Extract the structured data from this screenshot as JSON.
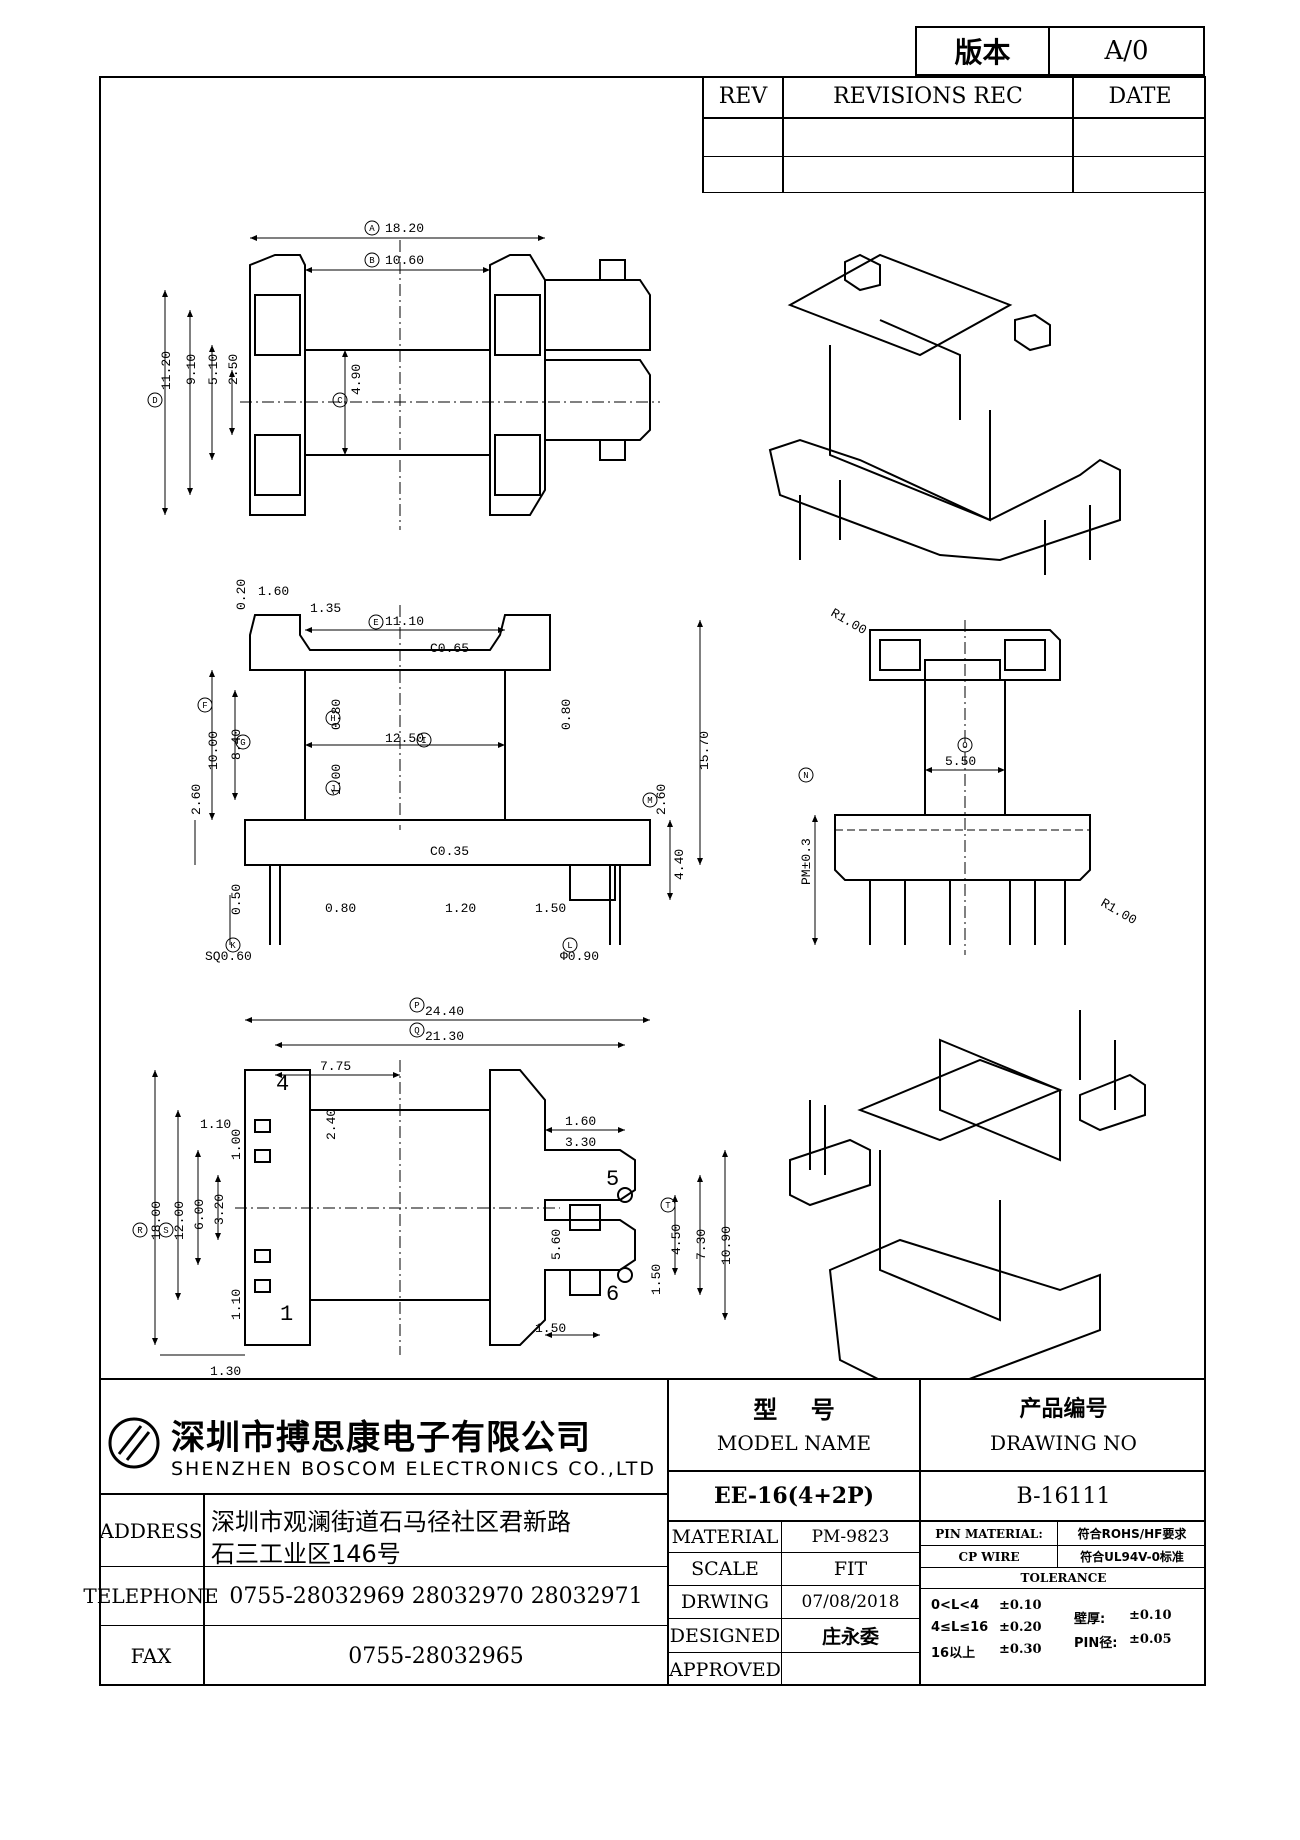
{
  "version_box": {
    "label": "版本",
    "value": "A/0"
  },
  "revision_table": {
    "headers": [
      "REV",
      "REVISIONS REC",
      "DATE"
    ]
  },
  "dimensions": {
    "top_view": [
      "18.20",
      "10.60",
      "11.20",
      "9.10",
      "5.10",
      "2.50",
      "4.90"
    ],
    "front_view": [
      "1.60",
      "0.20",
      "1.35",
      "11.10",
      "C0.65",
      "0.80",
      "0.80",
      "12.50",
      "10.00",
      "8.40",
      "1.00",
      "2.60",
      "2.60",
      "15.70",
      "C0.35",
      "4.40",
      "0.50",
      "0.80",
      "1.20",
      "1.50",
      "SQ0.60",
      "Φ0.90"
    ],
    "side_view": [
      "R1.00",
      "5.50",
      "PM±0.3",
      "R1.00"
    ],
    "bottom_view": [
      "24.40",
      "21.30",
      "7.75",
      "2.40",
      "1.10",
      "1.00",
      "18.00",
      "12.00",
      "6.00",
      "3.20",
      "1.10",
      "1.30",
      "1.60",
      "3.30",
      "5.60",
      "4.50",
      "7.30",
      "10.90",
      "1.50",
      "1.50"
    ],
    "pin_numbers": [
      "4",
      "5",
      "1",
      "6"
    ],
    "bubbles": [
      "A",
      "B",
      "C",
      "D",
      "E",
      "F",
      "G",
      "H",
      "I",
      "J",
      "K",
      "L",
      "M",
      "N",
      "O",
      "P",
      "Q",
      "R",
      "S",
      "T"
    ]
  },
  "company": {
    "name_cn": "深圳市搏思康电子有限公司",
    "name_en": "SHENZHEN BOSCOM ELECTRONICS CO.,LTD"
  },
  "contact": {
    "address_label": "ADDRESS",
    "address_line1": "深圳市观澜街道石马径社区君新路",
    "address_line2": "石三工业区146号",
    "telephone_label": "TELEPHONE",
    "telephone": "0755-28032969 28032970 28032971",
    "fax_label": "FAX",
    "fax": "0755-28032965"
  },
  "model": {
    "title_cn": "型    号",
    "title_en": "MODEL NAME",
    "value": "EE-16(4+2P)"
  },
  "drawing_no": {
    "title_cn": "产品编号",
    "title_en": "DRAWING NO",
    "value": "B-16111"
  },
  "details": {
    "material_label": "MATERIAL",
    "material": "PM-9823",
    "scale_label": "SCALE",
    "scale": "FIT",
    "drawing_label": "DRWING",
    "drawing_date": "07/08/2018",
    "designed_label": "DESIGNED",
    "designed_by": "庄永委",
    "approved_label": "APPROVED",
    "approved_by": ""
  },
  "materials": {
    "pin_material_label": "PIN MATERIAL:",
    "pin_material": "符合ROHS/HF要求",
    "cp_wire_label": "CP WIRE",
    "cp_wire": "符合UL94V-0标准"
  },
  "tolerance": {
    "title": "TOLERANCE",
    "rows": [
      {
        "range": "0<L<4",
        "value": "±0.10"
      },
      {
        "range": "4≤L≤16",
        "value": "±0.20"
      },
      {
        "range": "16以上",
        "value": "±0.30"
      }
    ],
    "wall_label": "壁厚:",
    "wall_value": "±0.10",
    "pin_label": "PIN径:",
    "pin_value": "±0.05"
  }
}
